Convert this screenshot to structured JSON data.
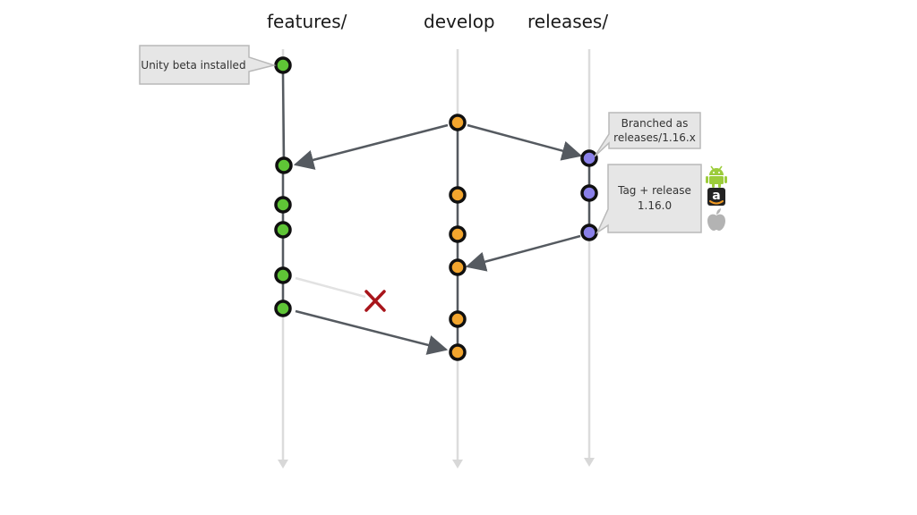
{
  "lanes": {
    "features": "features/",
    "develop": "develop",
    "releases": "releases/"
  },
  "callouts": {
    "unity_beta": "Unity beta installed",
    "branched_line1": "Branched as",
    "branched_line2": "releases/1.16.x",
    "tag_line1": "Tag + release",
    "tag_line2": "1.16.0"
  },
  "platforms": [
    "android-icon",
    "amazon-icon",
    "apple-icon"
  ],
  "colors": {
    "feature_commit": "#5fc536",
    "develop_commit": "#f2a52e",
    "release_commit": "#8a80e8",
    "arrow": "#555a60",
    "lane": "#dcdcdc",
    "discarded": "#a8151b"
  }
}
